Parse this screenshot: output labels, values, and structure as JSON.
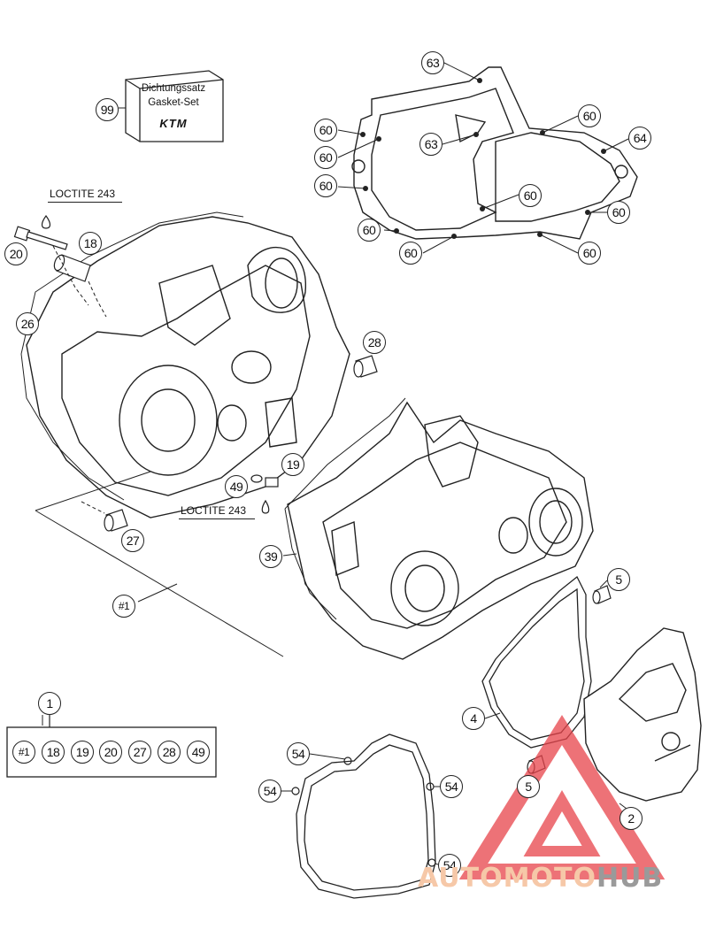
{
  "gasket_set": {
    "line1": "Dichtungssatz",
    "line2": "Gasket-Set",
    "brand": "KTM"
  },
  "loctite": {
    "top": "LOCTITE 243",
    "bottom": "LOCTITE 243"
  },
  "callouts": {
    "c99": "99",
    "c20": "20",
    "c18": "18",
    "c26": "26",
    "c28": "28",
    "c19": "19",
    "c49": "49",
    "c27": "27",
    "c39": "39",
    "c1set": "#1",
    "c5a": "5",
    "c5b": "5",
    "c4": "4",
    "c2": "2",
    "c1": "1",
    "c63a": "63",
    "c63b": "63",
    "c60a": "60",
    "c60b": "60",
    "c60c": "60",
    "c60d": "60",
    "c60e": "60",
    "c60f": "60",
    "c60g": "60",
    "c60h": "60",
    "c60i": "60",
    "c64": "64",
    "c54a": "54",
    "c54b": "54",
    "c54c": "54",
    "c54d": "54"
  },
  "kit": {
    "items": [
      "#1",
      "18",
      "19",
      "20",
      "27",
      "28",
      "49"
    ]
  },
  "watermark": {
    "part1": "AUTOMOTO",
    "part2": "HUB",
    "color_main": "#f6c8a8",
    "color_accent": "#9a9a9a",
    "triangle_color": "#e8434a"
  }
}
